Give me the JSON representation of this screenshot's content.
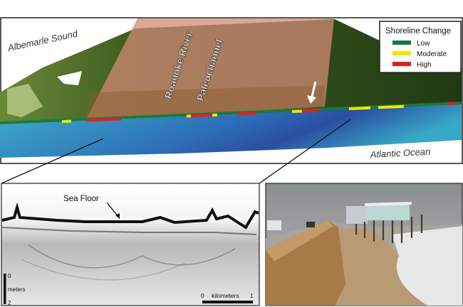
{
  "map": {
    "sound_label": "Albemarle Sound",
    "ocean_label": "Atlantic Ocean",
    "channel_label_1": "Roanoke River",
    "channel_label_2": "Paleochannel"
  },
  "legend": {
    "title": "Shoreline Change",
    "items": [
      {
        "label": "Low",
        "color": "#1a7a3a"
      },
      {
        "label": "Moderate",
        "color": "#f2e600"
      },
      {
        "label": "High",
        "color": "#e02020"
      }
    ]
  },
  "profile": {
    "sea_floor_label": "Sea Floor",
    "depth_top": "0",
    "depth_unit": "meters",
    "depth_bottom": "2",
    "distance_start": "0",
    "distance_unit": "kilometers",
    "distance_end": "1"
  }
}
